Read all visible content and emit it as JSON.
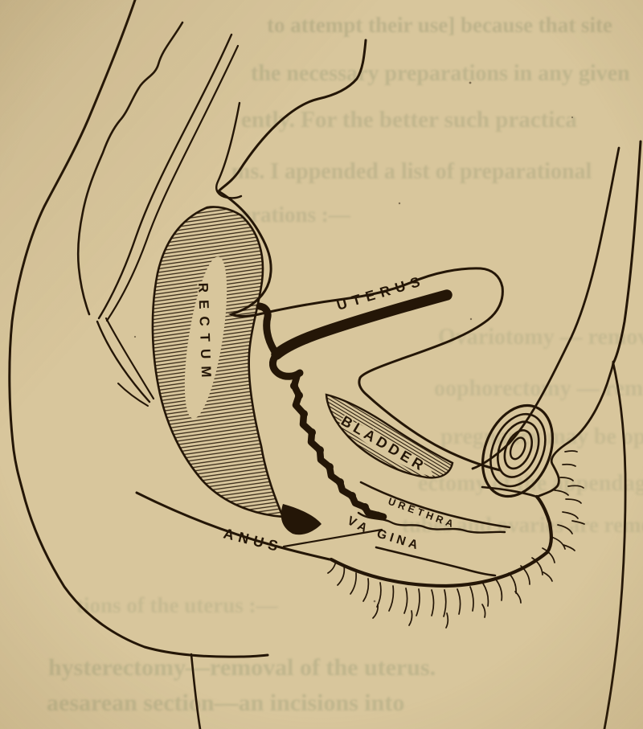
{
  "figure": {
    "labels": {
      "uterus": "UTERUS",
      "rectum": "RECTUM",
      "bladder": "BLADDER",
      "urethra": "URETHRA",
      "vagina_front": "VA",
      "vagina_back": "GINA",
      "anus": "ANUS"
    },
    "colors": {
      "paper": "#d8c69c",
      "ink": "#241607",
      "bleedthrough_text": "#75805f"
    },
    "bleedthrough": {
      "lines": [
        {
          "text": "to attempt their use] because that site"
        },
        {
          "text": "the necessary preparations in any given"
        },
        {
          "text": "ently.   For   the   better   such   practica"
        },
        {
          "text": "ms.  I  appended  a  list  of  preparational"
        },
        {
          "text": "erations :—"
        },
        {
          "text": "Ovariotomy — removal  of  the  ova"
        },
        {
          "text": "oophorectomy — removal  of"
        },
        {
          "text": "pregnancy  may  be  opened,  or"
        },
        {
          "text": "ectomy  of  the  appendages,  whe"
        },
        {
          "text": "tubes  and  ovaries  are  removed."
        },
        {
          "text": "tions  of  the  uterus :—"
        },
        {
          "text": "hysterectomy—removal  of  the  uterus."
        },
        {
          "text": "aesarean   section—an   incisions   into"
        }
      ]
    }
  }
}
